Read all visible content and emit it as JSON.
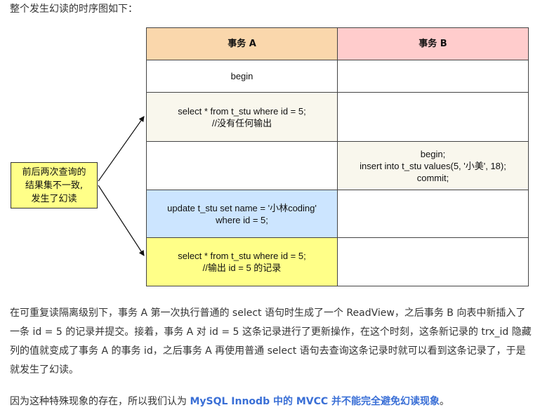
{
  "intro": "整个发生幻读的时序图如下：",
  "colors": {
    "header_a": "#fad7ac",
    "header_b": "#ffcccc",
    "cream": "#f9f7ed",
    "blue": "#cce5ff",
    "yellow": "#ffff88",
    "white": "#ffffff",
    "highlight": "#3a6fd6"
  },
  "headers": {
    "a": "事务 A",
    "b": "事务 B"
  },
  "rows": [
    {
      "a": "begin",
      "b": "",
      "a_color": "white",
      "b_color": "white"
    },
    {
      "a": "select * from t_stu where id = 5;\n//没有任何输出",
      "b": "",
      "a_color": "cream",
      "b_color": "white"
    },
    {
      "a": "",
      "b": "begin;\ninsert into t_stu values(5, '小美', 18);\ncommit;",
      "a_color": "white",
      "b_color": "cream"
    },
    {
      "a": "update t_stu set name = '小林coding'\nwhere id = 5;",
      "b": "",
      "a_color": "blue",
      "b_color": "white"
    },
    {
      "a": "select * from t_stu where id = 5;\n//输出 id = 5 的记录",
      "b": "",
      "a_color": "yellow",
      "b_color": "white"
    }
  ],
  "note": {
    "line1": "前后两次查询的",
    "line2": "结果集不一致,",
    "line3": "发生了幻读"
  },
  "paragraph": "在可重复读隔离级别下，事务 A 第一次执行普通的 select 语句时生成了一个 ReadView，之后事务 B 向表中新插入了一条 id = 5 的记录并提交。接着，事务 A 对 id = 5 这条记录进行了更新操作，在这个时刻，这条新记录的 trx_id 隐藏列的值就变成了事务 A 的事务 id，之后事务 A 再使用普通 select 语句去查询这条记录时就可以看到这条记录了，于是就发生了幻读。",
  "conclusion": {
    "prefix": "因为这种特殊现象的存在，所以我们认为 ",
    "highlight": "MySQL Innodb 中的 MVCC 并不能完全避免幻读现象",
    "suffix": "。"
  }
}
